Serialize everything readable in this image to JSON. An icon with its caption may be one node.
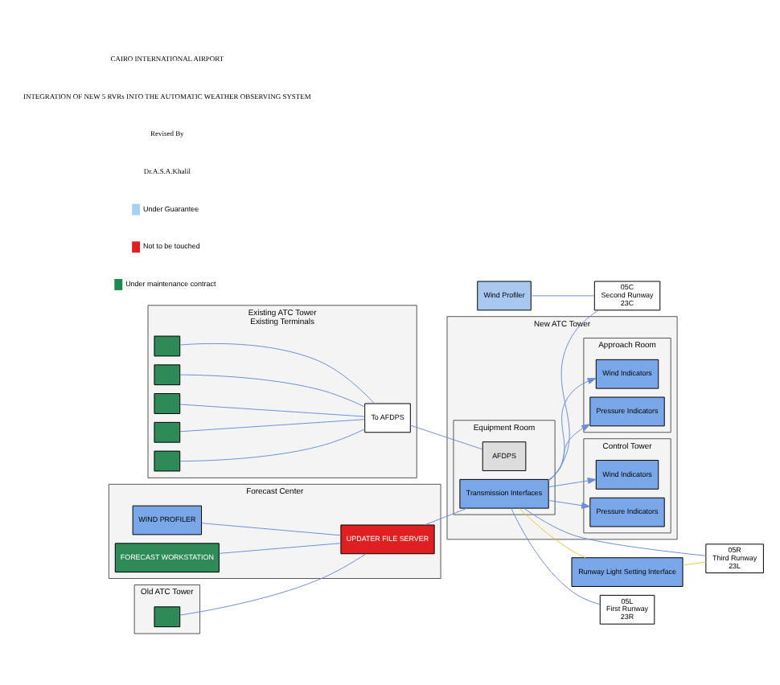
{
  "diagram": {
    "nodes": [
      {
        "text": [
          "New ATC Tower"
        ]
      },
      {
        "text": [
          "Control Tower"
        ],
        "in": 0
      },
      {
        "text": [
          "Wind Indicators"
        ],
        "in": 1
      },
      {
        "text": [
          "Pressure Indicators"
        ],
        "in": 1
      },
      {
        "text": [
          "Approach Room"
        ],
        "in": 0
      },
      {
        "text": [
          "Wind Indicators"
        ],
        "in": 4
      },
      {
        "text": [
          "Pressure Indicators"
        ],
        "in": 4
      },
      {
        "text": [
          "Equipment Room"
        ],
        "in": 0
      },
      {
        "text": [
          "Transmission Interfaces"
        ],
        "in": 7
      },
      {
        "text": [
          "AFDPS"
        ],
        "in": 7
      },
      {
        "text": [
          "05R",
          "Third Runway",
          "23L"
        ]
      },
      {
        "text": [
          "Runway Light Setting Interface"
        ]
      },
      {
        "text": [
          "Wind Profiler"
        ]
      },
      {
        "text": [
          "05C",
          "Second Runway",
          "23C"
        ]
      },
      {
        "text": [
          "05L",
          "First Runway",
          "23R"
        ]
      },
      {
        "text": [
          "Existing ATC Tower",
          "Existing Terminals"
        ]
      },
      {
        "text": [],
        "shape": "box",
        "in": 15
      },
      {
        "text": [],
        "shape": "box",
        "in": 15
      },
      {
        "text": [],
        "shape": "box",
        "in": 15
      },
      {
        "text": [],
        "shape": "box",
        "in": 15
      },
      {
        "text": [],
        "shape": "box",
        "in": 15
      },
      {
        "text": [
          "To AFDPS"
        ],
        "in": 15
      },
      {
        "text": [
          "Old ATC Tower"
        ]
      },
      {
        "text": [],
        "shape": "box",
        "in": 22
      },
      {
        "text": [
          "Forecast Center"
        ]
      },
      {
        "text": [
          "WIND PROFILER"
        ],
        "in": 24
      },
      {
        "text": [
          "FORECAST WORKSTATION"
        ],
        "in": 24
      },
      {
        "text": [
          "UPDATER FILE SERVER"
        ],
        "in": 24
      }
    ],
    "edges": [
      {
        "from": 8,
        "to": 2,
        "arrow": "to"
      },
      {
        "from": 8,
        "to": 3,
        "arrow": "to"
      },
      {
        "from": 8,
        "to": 5,
        "arrow": "to"
      },
      {
        "from": 8,
        "to": 6,
        "arrow": "to"
      },
      {
        "from": 8,
        "to": 10,
        "arrow": "none"
      },
      {
        "from": 8,
        "to": 11,
        "arrow": "none",
        "color": "#e8c840"
      },
      {
        "from": 11,
        "to": 10,
        "arrow": "none",
        "color": "#e8c840"
      },
      {
        "from": 8,
        "to": 13,
        "arrow": "none"
      },
      {
        "from": 12,
        "to": 13,
        "arrow": "none"
      },
      {
        "from": 8,
        "to": 14,
        "arrow": "none"
      },
      {
        "from": 21,
        "to": 9,
        "arrow": "none"
      },
      {
        "from": 16,
        "to": 21,
        "arrow": "none"
      },
      {
        "from": 17,
        "to": 21,
        "arrow": "none"
      },
      {
        "from": 18,
        "to": 21,
        "arrow": "none"
      },
      {
        "from": 19,
        "to": 21,
        "arrow": "none"
      },
      {
        "from": 20,
        "to": 21,
        "arrow": "none"
      },
      {
        "from": 27,
        "to": 8,
        "arrow": "none"
      },
      {
        "from": 25,
        "to": 27,
        "arrow": "none"
      },
      {
        "from": 26,
        "to": 27,
        "arrow": "none"
      },
      {
        "from": 23,
        "to": 27,
        "arrow": "none"
      }
    ],
    "labels": [
      "CAIRO INTERNATIONAL AIRPORT",
      "INTEGRATION OF NEW 5 RVRs INTO THE AUTOMATIC WEATHER OBSERVING SYSTEM",
      "Revised By",
      "Dr.A.S.A.Khalil"
    ],
    "legend": [
      {
        "text": "Under Guarantee",
        "color": "#a8d0f0"
      },
      {
        "text": "Not to be touched",
        "color": "#e02020"
      },
      {
        "text": "Under maintenance contract",
        "color": "#1a8a50"
      }
    ]
  }
}
